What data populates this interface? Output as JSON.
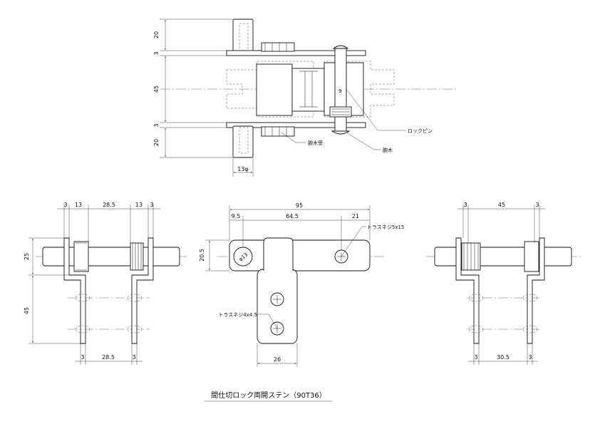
{
  "title": "間仕切ロック両開ステン（90T36）",
  "top_view": {
    "dims_left": [
      "20",
      "3",
      "45",
      "3",
      "20"
    ],
    "dim_bottom": "13φ",
    "dim_inner": "9",
    "labels": {
      "lock_pin": "ロックピン",
      "pivot_receiver": "腕木受",
      "pivot_arm": "腕木"
    }
  },
  "left_view": {
    "dims_top": [
      "3",
      "13",
      "28.5",
      "13",
      "3"
    ],
    "dims_left": [
      "25",
      "45"
    ],
    "dims_bottom": [
      "3",
      "28.5",
      "3"
    ]
  },
  "middle_view": {
    "dim_total": "95",
    "dims_row": [
      "9.5",
      "64.5",
      "21"
    ],
    "dim_left": "20.5",
    "dim_bottom": "26",
    "dim_hole": "φ13",
    "labels": {
      "screw_top": "トラスネジ5x15",
      "screw_mid": "トラスネジ4x4.5"
    }
  },
  "right_view": {
    "dims_top": [
      "3",
      "45",
      "3"
    ],
    "dims_bottom": [
      "3",
      "30.5",
      "3"
    ]
  }
}
